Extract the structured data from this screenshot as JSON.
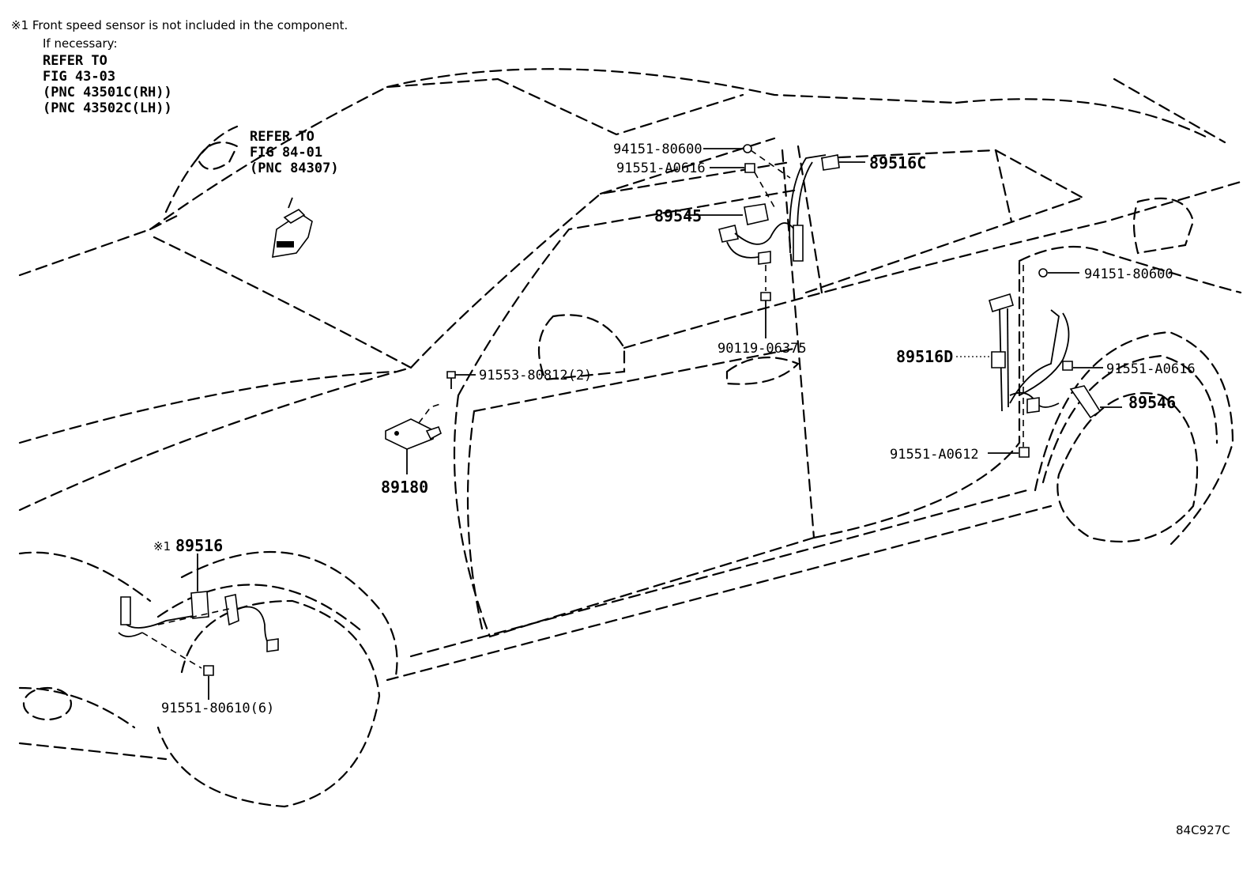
{
  "note": {
    "line1": "※1 Front speed sensor is not included in the component.",
    "line2": "If necessary:",
    "line3": "REFER TO",
    "line4": "FIG 43-03",
    "line5": "(PNC 43501C(RH))",
    "line6": "(PNC 43502C(LH))"
  },
  "refer_block": {
    "line1": "REFER TO",
    "line2": "FIG 84-01",
    "line3": "(PNC 84307)"
  },
  "labels": {
    "p94151_top": "94151-80600",
    "p91551_a0616_top": "91551-A0616",
    "p89516c": "89516C",
    "p89545": "89545",
    "p90119": "90119-06375",
    "p91553": "91553-80812(2)",
    "p89180": "89180",
    "p94151_right": "94151-80600",
    "p89516d": "89516D",
    "p91551_a0616_right": "91551-A0616",
    "p89546": "89546",
    "p91551_a0612": "91551-A0612",
    "p89516_mark": "※1",
    "p89516": "89516",
    "p91551_80610": "91551-80610(6)"
  },
  "figure_code": "84C927C"
}
